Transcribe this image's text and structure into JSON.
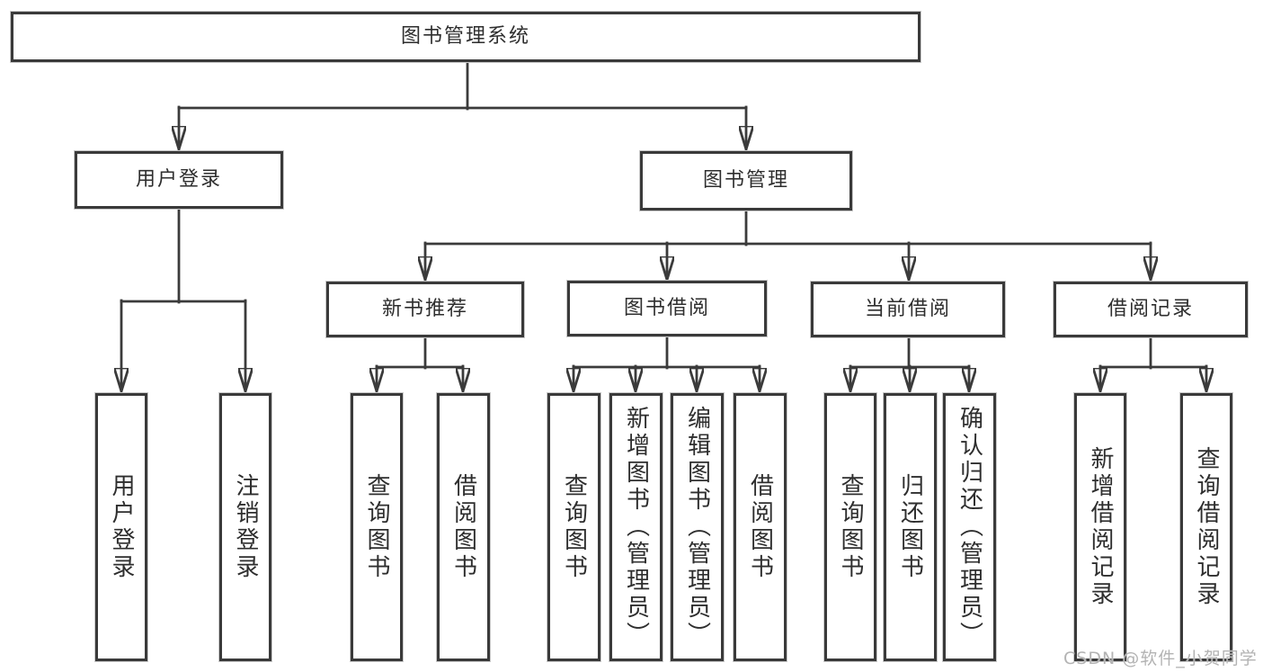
{
  "diagram_type": "functional-structure-tree",
  "tree": {
    "label": "图书管理系统",
    "children": [
      {
        "label": "用户登录",
        "children": [
          {
            "label": "用户登录"
          },
          {
            "label": "注销登录"
          }
        ]
      },
      {
        "label": "图书管理",
        "children": [
          {
            "label": "新书推荐",
            "children": [
              {
                "label": "查询图书"
              },
              {
                "label": "借阅图书"
              }
            ]
          },
          {
            "label": "图书借阅",
            "children": [
              {
                "label": "查询图书"
              },
              {
                "label": "新增图书（管理员）"
              },
              {
                "label": "编辑图书（管理员）"
              },
              {
                "label": "借阅图书"
              }
            ]
          },
          {
            "label": "当前借阅",
            "children": [
              {
                "label": "查询图书"
              },
              {
                "label": "归还图书"
              },
              {
                "label": "确认归还（管理员）"
              }
            ]
          },
          {
            "label": "借阅记录",
            "children": [
              {
                "label": "新增借阅记录"
              },
              {
                "label": "查询借阅记录"
              }
            ]
          }
        ]
      }
    ]
  },
  "watermark": {
    "text": "CSDN @软件_小贺同学"
  },
  "colors": {
    "background": "#ffffff",
    "box_fill": "#ffffff",
    "box_border": "#3a3a3a",
    "connector_line": "#3b3b3b",
    "text": "#2e2e2e",
    "watermark": "#b3b3b3"
  }
}
